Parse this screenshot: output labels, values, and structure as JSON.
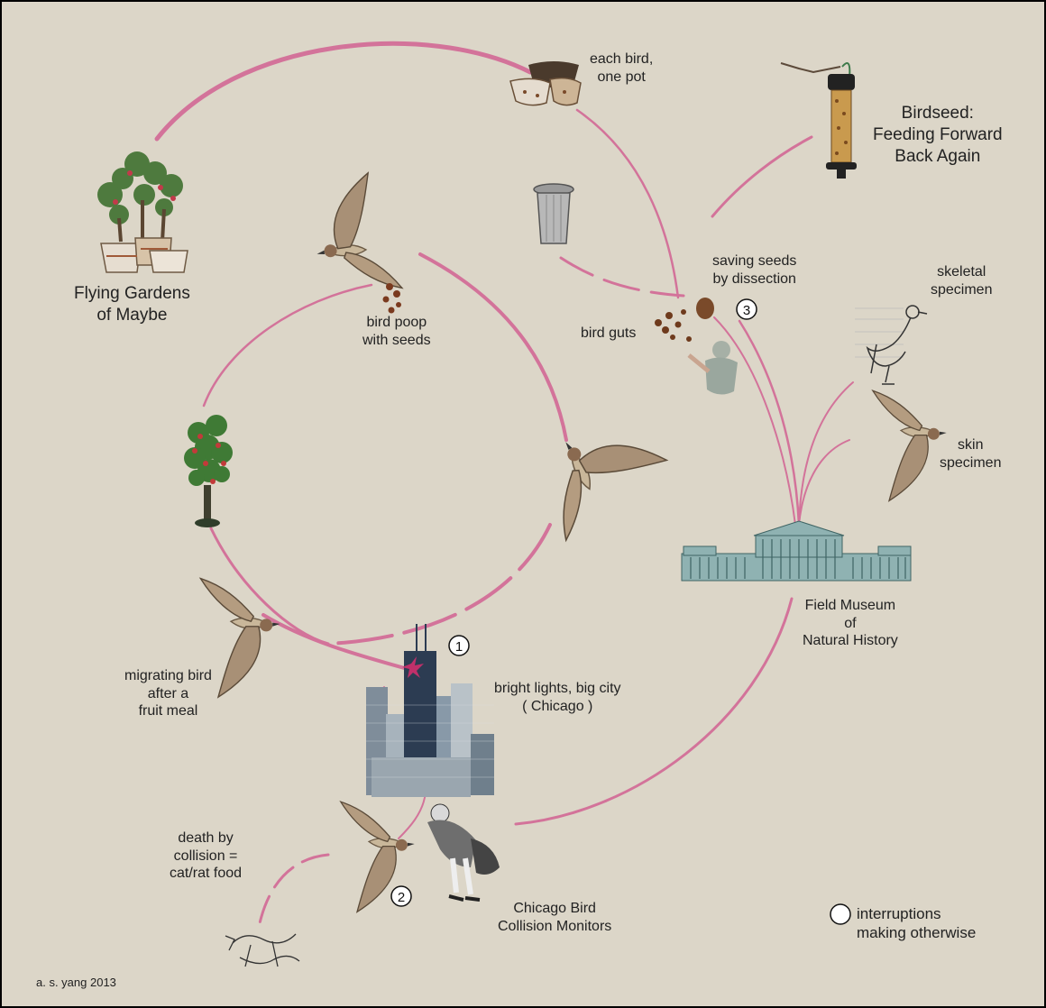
{
  "labels": {
    "flying_gardens": [
      "Flying Gardens",
      "of Maybe"
    ],
    "each_bird_pot": [
      "each bird,",
      "one pot"
    ],
    "birdseed": [
      "Birdseed:",
      "Feeding Forward",
      "Back Again"
    ],
    "bird_poop": [
      "bird poop",
      "with seeds"
    ],
    "saving_seeds": [
      "saving seeds",
      "by dissection"
    ],
    "bird_guts": "bird guts",
    "skeletal": [
      "skeletal",
      "specimen"
    ],
    "skin": [
      "skin",
      "specimen"
    ],
    "field_museum": [
      "Field Museum",
      "of",
      "Natural History"
    ],
    "migrating_bird": [
      "migrating bird",
      "after a",
      "fruit meal"
    ],
    "bright_lights": [
      "bright lights, big city",
      "( Chicago )"
    ],
    "death_by_collision": [
      "death by",
      "collision =",
      "cat/rat food"
    ],
    "monitors": [
      "Chicago Bird",
      "Collision Monitors"
    ],
    "legend": [
      "interruptions",
      "making otherwise"
    ],
    "credit": "a. s. yang 2013"
  },
  "markers": [
    "1",
    "2",
    "3"
  ],
  "icons": [
    "bonsai-pots-icon",
    "stacked-pots-icon",
    "bird-feeder-icon",
    "trash-can-icon",
    "flying-bird-icon",
    "seeds-icon",
    "fruit-tree-icon",
    "bird-skeleton-icon",
    "skin-specimen-icon",
    "museum-building-icon",
    "chicago-skyline-icon",
    "person-monitor-icon",
    "carcass-icon"
  ],
  "colors": {
    "background": "#dcd6c8",
    "line": "#d3739a",
    "frame": "#000000"
  }
}
